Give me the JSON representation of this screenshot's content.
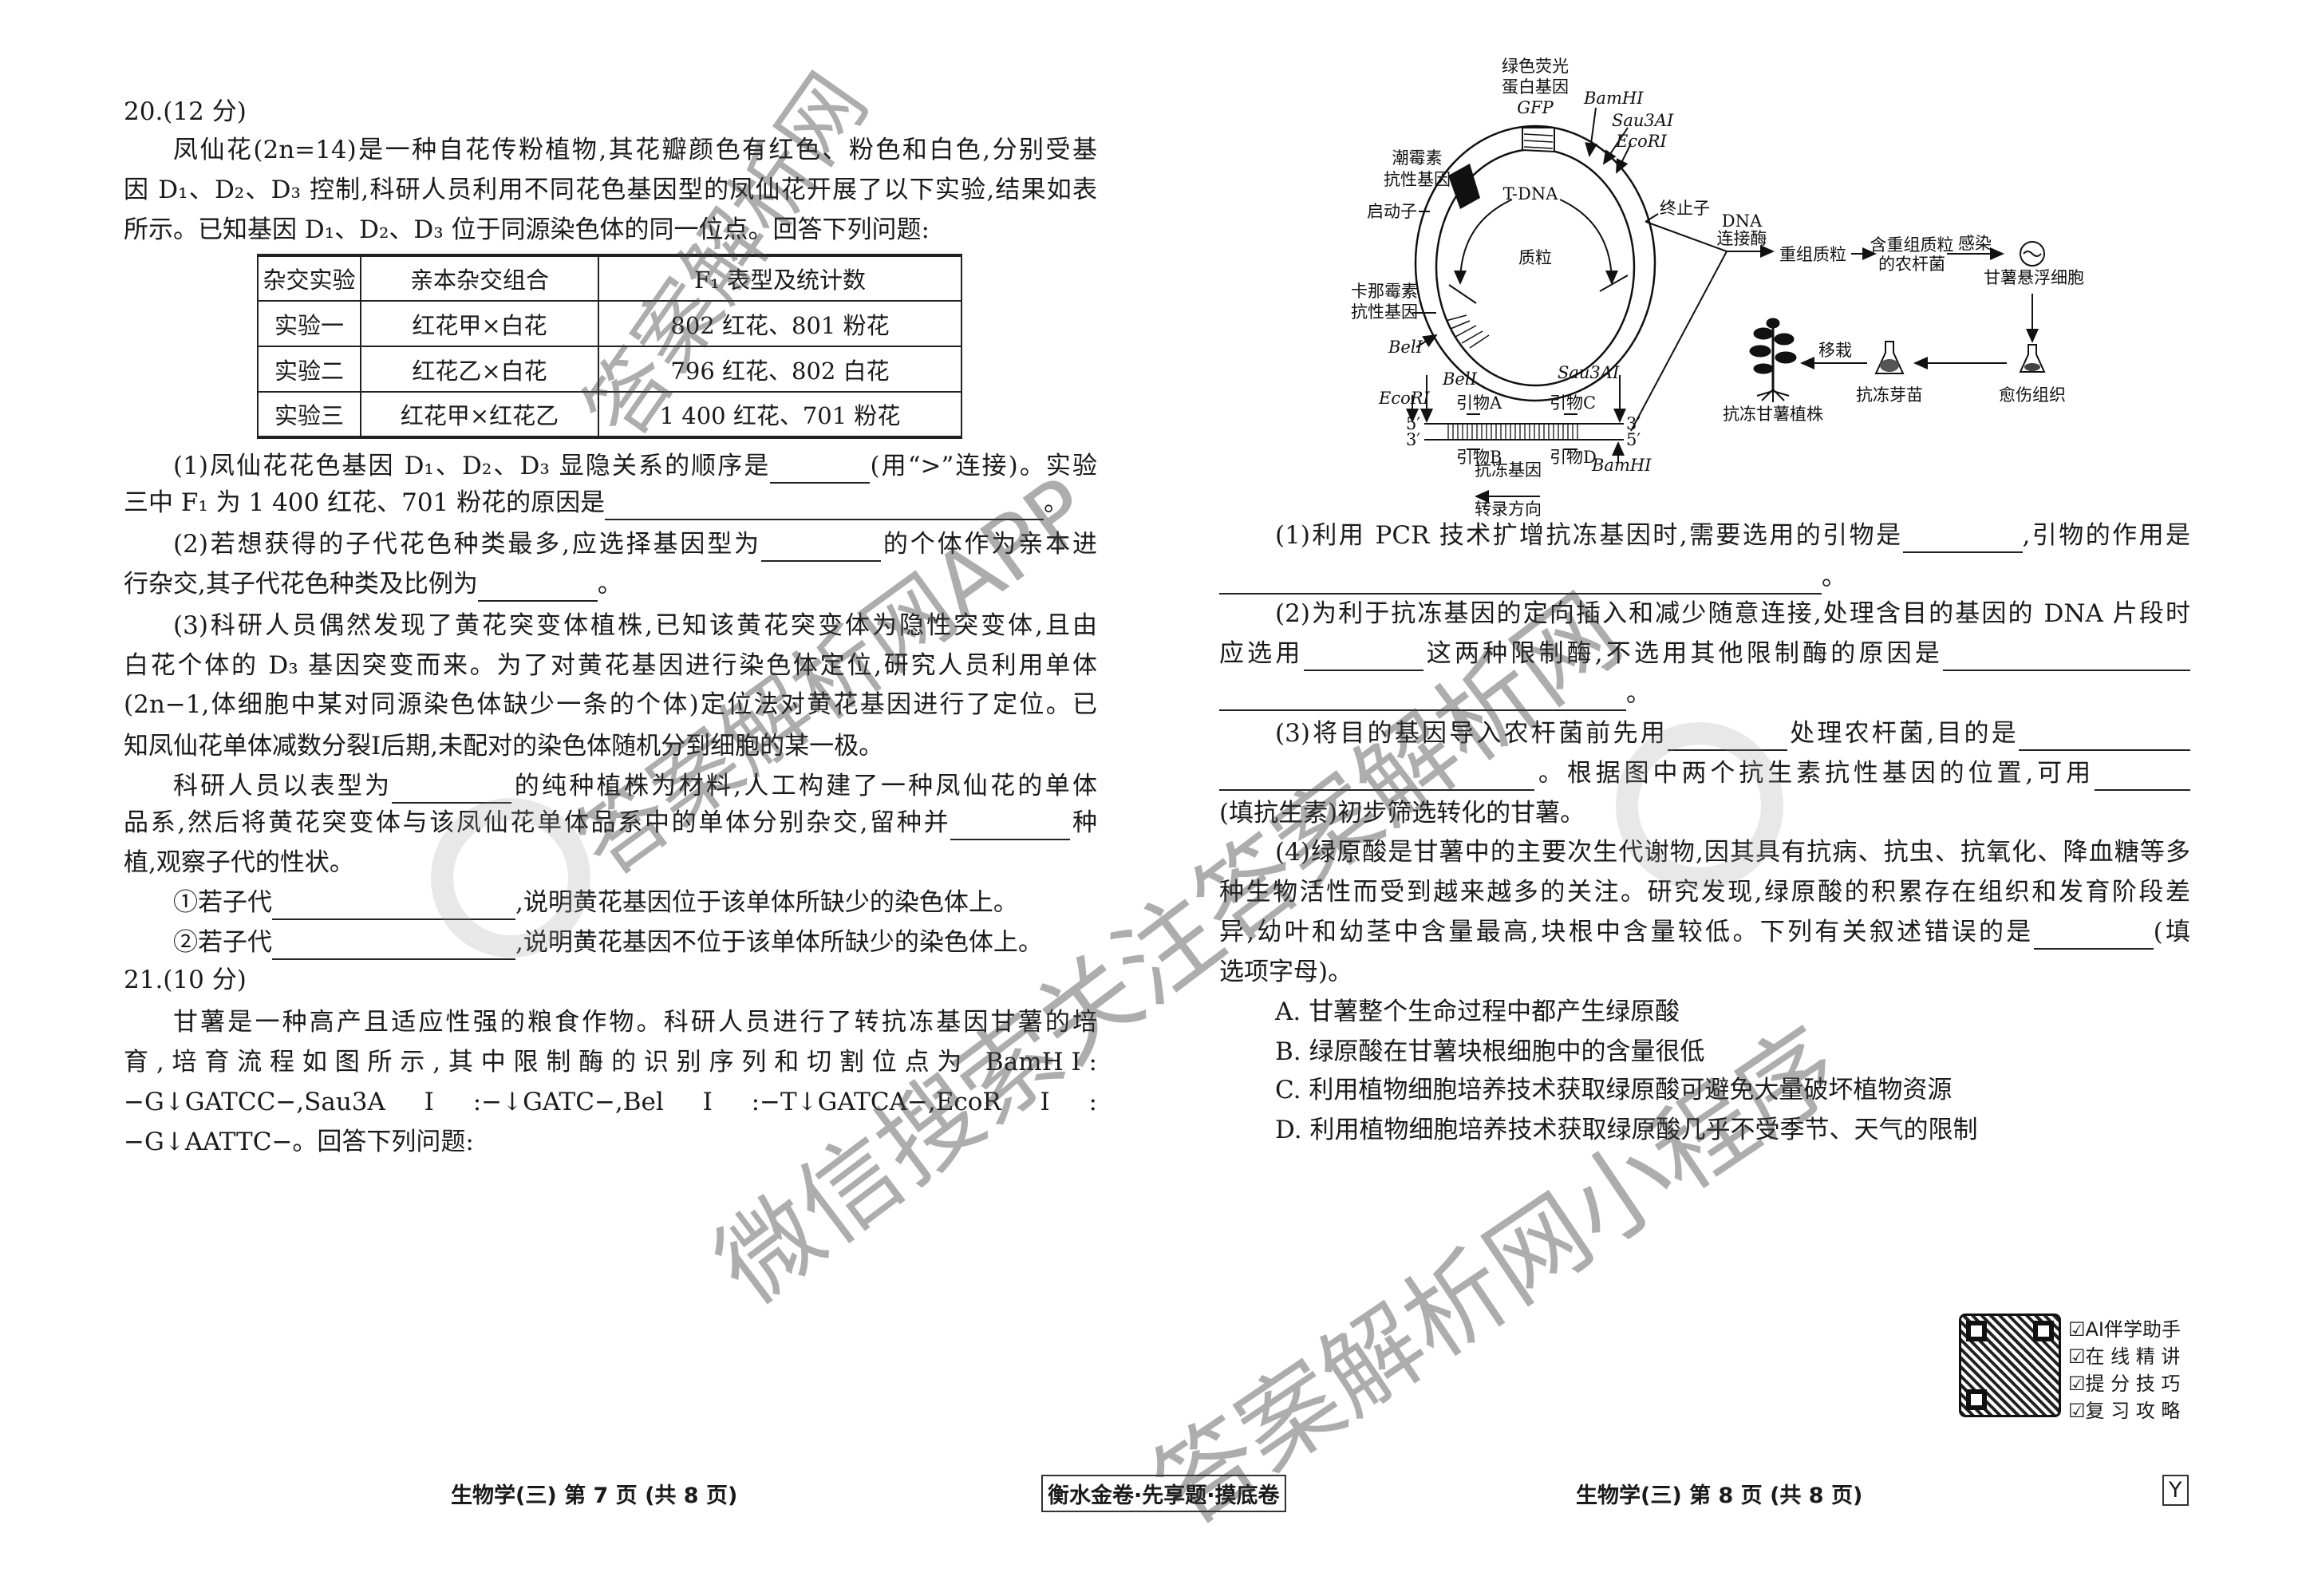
{
  "q20": {
    "title": "20.(12 分)",
    "intro": [
      "凤仙花(2n=14)是一种自花传粉植物,其花瓣颜色有红色、粉色和白色,分别受基",
      "因 D₁、D₂、D₃ 控制,科研人员利用不同花色基因型的凤仙花开展了以下实验,结果如表",
      "所示。已知基因 D₁、D₂、D₃ 位于同源染色体的同一位点。回答下列问题:"
    ],
    "table": {
      "headers": [
        "杂交实验",
        "亲本杂交组合",
        "F₁ 表型及统计数"
      ],
      "rows": [
        [
          "实验一",
          "红花甲×白花",
          "802 红花、801 粉花"
        ],
        [
          "实验二",
          "红花乙×白花",
          "796 红花、802 白花"
        ],
        [
          "实验三",
          "红花甲×红花乙",
          "1 400 红花、701 粉花"
        ]
      ]
    },
    "q1": {
      "a": "(1)凤仙花花色基因 D₁、D₂、D₃ 显隐关系的顺序是",
      "b": "(用“>”连接)。实验",
      "c": "三中 F₁ 为 1 400 红花、701 粉花的原因是",
      "d": "。"
    },
    "q2": {
      "a": "(2)若想获得的子代花色种类最多,应选择基因型为",
      "b": "的个体作为亲本进",
      "c": "行杂交,其子代花色种类及比例为",
      "d": "。"
    },
    "q3": [
      "(3)科研人员偶然发现了黄花突变体植株,已知该黄花突变体为隐性突变体,且由",
      "白花个体的 D₃ 基因突变而来。为了对黄花基因进行染色体定位,研究人员利用单体",
      "(2n−1,体细胞中某对同源染色体缺少一条的个体)定位法对黄花基因进行了定位。已",
      "知凤仙花单体减数分裂Ⅰ后期,未配对的染色体随机分到细胞的某一极。"
    ],
    "q3b": {
      "a": "科研人员以表型为",
      "b": "的纯种植株为材料,人工构建了一种凤仙花的单体",
      "c": "品系,然后将黄花突变体与该凤仙花单体品系中的单体分别杂交,留种并",
      "d": "种",
      "e": "植,观察子代的性状。"
    },
    "o1": {
      "a": "①若子代",
      "b": ",说明黄花基因位于该单体所缺少的染色体上。"
    },
    "o2": {
      "a": "②若子代",
      "b": ",说明黄花基因不位于该单体所缺少的染色体上。"
    }
  },
  "q21": {
    "title": "21.(10 分)",
    "intro": [
      "甘薯是一种高产且适应性强的粮食作物。科研人员进行了转抗冻基因甘薯的培",
      "育,培育流程如图所示,其中限制酶的识别序列和切割位点为 BamHⅠ:",
      "−G↓GATCC−,Sau3AⅠ:−↓GATC−,BelⅠ:−T↓GATCA−,EcoRⅠ:",
      "−G↓AATTC−。回答下列问题:"
    ],
    "q1": {
      "a": "(1)利用 PCR 技术扩增抗冻基因时,需要选用的引物是",
      "b": ",引物的作用是",
      "c": "。"
    },
    "q2": {
      "a": "(2)为利于抗冻基因的定向插入和减少随意连接,处理含目的基因的 DNA 片段时",
      "b": "应选用",
      "c": "这两种限制酶,不选用其他限制酶的原因是",
      "d": "。"
    },
    "q3": {
      "a": "(3)将目的基因导入农杆菌前先用",
      "b": "处理农杆菌,目的是",
      "c": "。根据图中两个抗生素抗性基因的位置,可用",
      "d": "(填抗生素)初步筛选转化的甘薯。"
    },
    "q4": {
      "lines": [
        "(4)绿原酸是甘薯中的主要次生代谢物,因其具有抗病、抗虫、抗氧化、降血糖等多",
        "种生物活性而受到越来越多的关注。研究发现,绿原酸的积累存在组织和发育阶段差"
      ],
      "a": "异,幼叶和幼茎中含量最高,块根中含量较低。下列有关叙述错误的是",
      "b": "(填",
      "c": "选项字母)。"
    },
    "options": [
      "A. 甘薯整个生命过程中都产生绿原酸",
      "B. 绿原酸在甘薯块根细胞中的含量很低",
      "C. 利用植物细胞培养技术获取绿原酸可避免大量破坏植物资源",
      "D. 利用植物细胞培养技术获取绿原酸几乎不受季节、天气的限制"
    ]
  },
  "diagram": {
    "gfp": [
      "绿色荧光",
      "蛋白基因",
      "GFP"
    ],
    "bamh": "BamHⅠ",
    "sau": "Sau3AⅠ",
    "eco": "EcoRⅠ",
    "hyg": [
      "潮霉素",
      "抗性基因"
    ],
    "tdna": "T-DNA",
    "promoter": "启动子",
    "terminator": "终止子",
    "plasmid": "质粒",
    "kan": [
      "卡那霉素",
      "抗性基因"
    ],
    "bel": "BelⅠ",
    "primers": [
      "引物A",
      "引物B",
      "引物C",
      "引物D"
    ],
    "five": "5′",
    "three": "3′",
    "gene": "抗冻基因",
    "direction": "转录方向",
    "ligase": [
      "DNA",
      "连接酶"
    ],
    "recomb": "重组质粒",
    "agro": [
      "含重组质粒",
      "的农杆菌"
    ],
    "infect": "感染",
    "cells": "甘薯悬浮细胞",
    "callus": "愈伤组织",
    "seedling": "抗冻芽苗",
    "transplant": "移栽",
    "plant": "抗冻甘薯植株"
  },
  "footer": {
    "left": "生物学(三) 第 7 页 (共 8 页)",
    "center": "衡水金卷·先享题·摸底卷",
    "right": "生物学(三) 第 8 页 (共 8 页)",
    "mark": "Y",
    "checklist": [
      "☑AI伴学助手",
      "☑在 线 精 讲",
      "☑提 分 技 巧",
      "☑复 习 攻 略"
    ]
  },
  "watermarks": [
    "答案解析网",
    "答案解析网APP",
    "微信搜索关注答案解析网",
    "答案解析网小程序"
  ]
}
